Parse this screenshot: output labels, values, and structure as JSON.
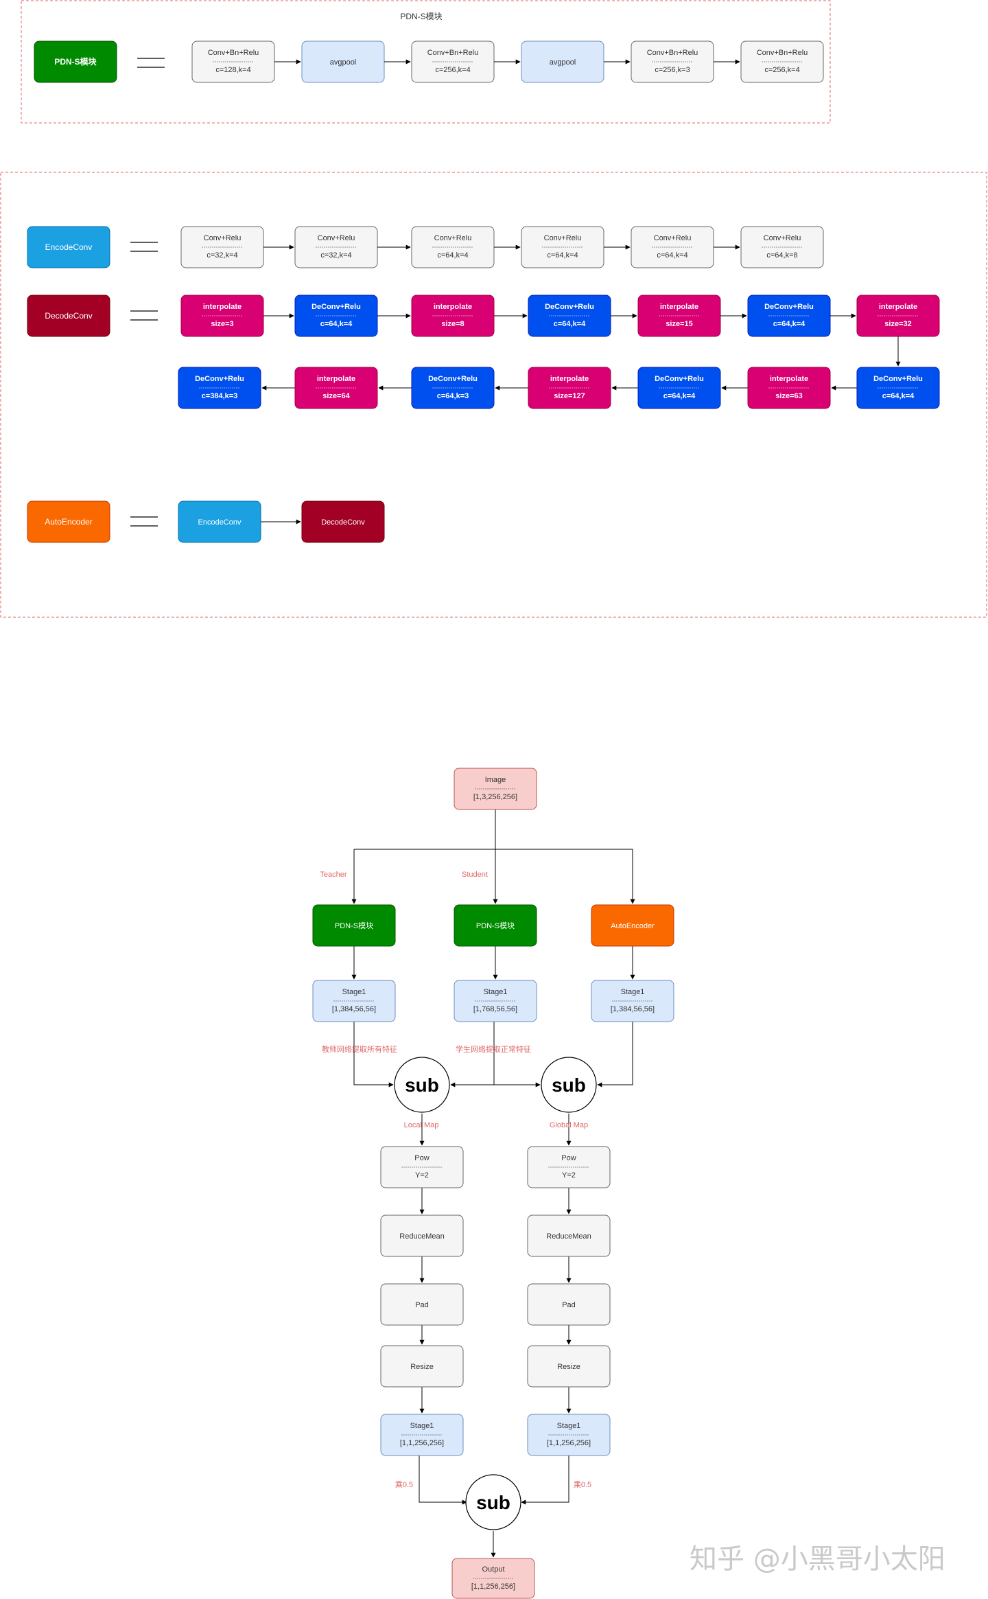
{
  "colors": {
    "grey": "#f5f5f5",
    "lightblue": "#dae8fc",
    "green": "#008a00",
    "skyblue": "#1ba1e2",
    "maroon": "#a20025",
    "magenta": "#d80073",
    "blue": "#0050ef",
    "orange": "#fa6800",
    "pink": "#f8cecc",
    "dash": "#e06666",
    "label": "#e06666"
  },
  "pdn": {
    "title": "PDN-S模块",
    "label": "PDN-S模块",
    "blocks": [
      {
        "line1": "Conv+Bn+Relu",
        "line2": "c=128,k=4",
        "style": "grey"
      },
      {
        "line1": "avgpool",
        "style": "lightblue"
      },
      {
        "line1": "Conv+Bn+Relu",
        "line2": "c=256,k=4",
        "style": "grey"
      },
      {
        "line1": "avgpool",
        "style": "lightblue"
      },
      {
        "line1": "Conv+Bn+Relu",
        "line2": "c=256,k=3",
        "style": "grey"
      },
      {
        "line1": "Conv+Bn+Relu",
        "line2": "c=256,k=4",
        "style": "grey"
      }
    ]
  },
  "encode": {
    "label": "EncodeConv",
    "blocks": [
      {
        "line1": "Conv+Relu",
        "line2": "c=32,k=4",
        "style": "grey"
      },
      {
        "line1": "Conv+Relu",
        "line2": "c=32,k=4",
        "style": "grey"
      },
      {
        "line1": "Conv+Relu",
        "line2": "c=64,k=4",
        "style": "grey"
      },
      {
        "line1": "Conv+Relu",
        "line2": "c=64,k=4",
        "style": "grey"
      },
      {
        "line1": "Conv+Relu",
        "line2": "c=64,k=4",
        "style": "grey"
      },
      {
        "line1": "Conv+Relu",
        "line2": "c=64,k=8",
        "style": "grey"
      }
    ]
  },
  "decode": {
    "label": "DecodeConv",
    "row1": [
      {
        "line1": "interpolate",
        "line2": "size=3",
        "style": "magenta"
      },
      {
        "line1": "DeConv+Relu",
        "line2": "c=64,k=4",
        "style": "blue"
      },
      {
        "line1": "interpolate",
        "line2": "size=8",
        "style": "magenta"
      },
      {
        "line1": "DeConv+Relu",
        "line2": "c=64,k=4",
        "style": "blue"
      },
      {
        "line1": "interpolate",
        "line2": "size=15",
        "style": "magenta"
      },
      {
        "line1": "DeConv+Relu",
        "line2": "c=64,k=4",
        "style": "blue"
      },
      {
        "line1": "interpolate",
        "line2": "size=32",
        "style": "magenta"
      }
    ],
    "row2": [
      {
        "line1": "DeConv+Relu",
        "line2": "c=384,k=3",
        "style": "blue"
      },
      {
        "line1": "interpolate",
        "line2": "size=64",
        "style": "magenta"
      },
      {
        "line1": "DeConv+Relu",
        "line2": "c=64,k=3",
        "style": "blue"
      },
      {
        "line1": "interpolate",
        "line2": "size=127",
        "style": "magenta"
      },
      {
        "line1": "DeConv+Relu",
        "line2": "c=64,k=4",
        "style": "blue"
      },
      {
        "line1": "interpolate",
        "line2": "size=63",
        "style": "magenta"
      },
      {
        "line1": "DeConv+Relu",
        "line2": "c=64,k=4",
        "style": "blue"
      }
    ]
  },
  "autoenc": {
    "label": "AutoEncoder",
    "blocks": [
      {
        "line1": "EncodeConv",
        "style": "skyblue"
      },
      {
        "line1": "DecodeConv",
        "style": "maroon"
      }
    ]
  },
  "flow": {
    "image": {
      "line1": "Image",
      "line2": "[1,3,256,256]"
    },
    "teacher_label": "Teacher",
    "student_label": "Student",
    "teacher": "PDN-S模块",
    "student": "PDN-S模块",
    "autoencoder": "AutoEncoder",
    "stage_t": {
      "line1": "Stage1",
      "line2": "[1,384,56,56]"
    },
    "stage_s": {
      "line1": "Stage1",
      "line2": "[1,768,56,56]"
    },
    "stage_a": {
      "line1": "Stage1",
      "line2": "[1,384,56,56]"
    },
    "teacher_note": "教师网络提取所有特征",
    "student_note": "学生网络提取正常特征",
    "sub_label": "sub",
    "local_map": "Local Map",
    "global_map": "Global Map",
    "pow": {
      "line1": "Pow",
      "line2": "Y=2"
    },
    "reducemean": "ReduceMean",
    "pad": "Pad",
    "resize": "Resize",
    "stage_out": {
      "line1": "Stage1",
      "line2": "[1,1,256,256]"
    },
    "weight_left": "乘0.5",
    "weight_right": "乘0.5",
    "output": {
      "line1": "Output",
      "line2": "[1,1,256,256]"
    }
  },
  "watermark": "知乎 @小黑哥小太阳"
}
